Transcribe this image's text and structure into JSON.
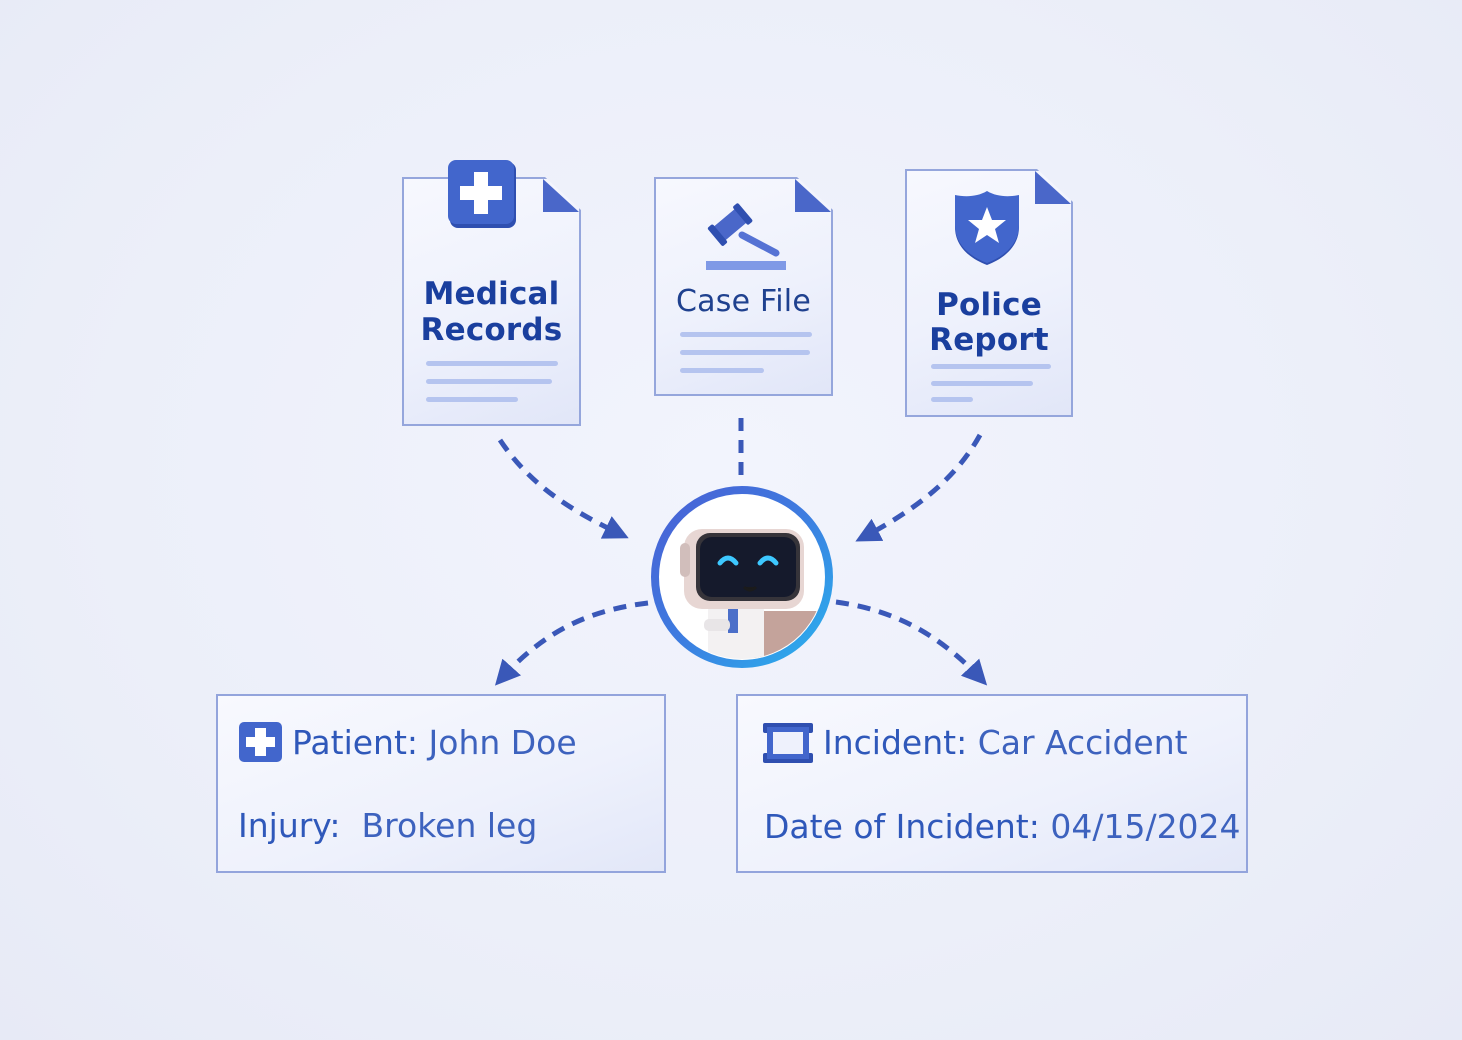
{
  "sources": [
    {
      "id": "medical",
      "icon": "medical-cross-icon",
      "line1": "Medical",
      "line2": "Records"
    },
    {
      "id": "case",
      "icon": "gavel-icon",
      "title": "Case File"
    },
    {
      "id": "police",
      "icon": "police-badge-icon",
      "line1": "Police",
      "line2": "Report"
    }
  ],
  "center": {
    "icon": "robot-assistant-icon"
  },
  "outputs": {
    "patient": {
      "icon": "medical-cross-icon",
      "patient_label": "Patient:",
      "patient_value": "John Doe",
      "injury_label": "Injury:",
      "injury_value": "Broken leg"
    },
    "incident": {
      "icon": "document-icon",
      "incident_label": "Incident:",
      "incident_value": "Car Accident",
      "date_label": "Date of Incident:",
      "date_value": "04/15/2024"
    }
  },
  "colors": {
    "accent": "#3f5fc4",
    "text": "#1a3f9e",
    "arrow": "#3a58b8"
  }
}
